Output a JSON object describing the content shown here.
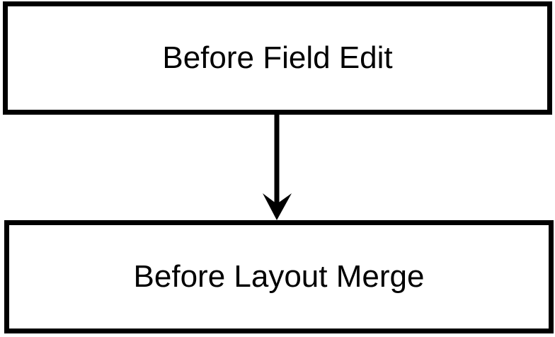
{
  "diagram": {
    "title": "",
    "nodes": [
      {
        "id": "before-field-edit",
        "label": "Before Field Edit",
        "shape": "rectangle"
      },
      {
        "id": "before-layout-merge",
        "label": "Before Layout Merge",
        "shape": "rectangle"
      }
    ],
    "edges": [
      {
        "from": "before-field-edit",
        "to": "before-layout-merge",
        "direction": "down",
        "style": "solid",
        "arrowhead": "concave-triangle"
      }
    ],
    "colors": {
      "node_border": "#000000",
      "node_fill": "#ffffff",
      "text": "#000000",
      "arrow": "#000000",
      "background": "#ffffff"
    }
  }
}
